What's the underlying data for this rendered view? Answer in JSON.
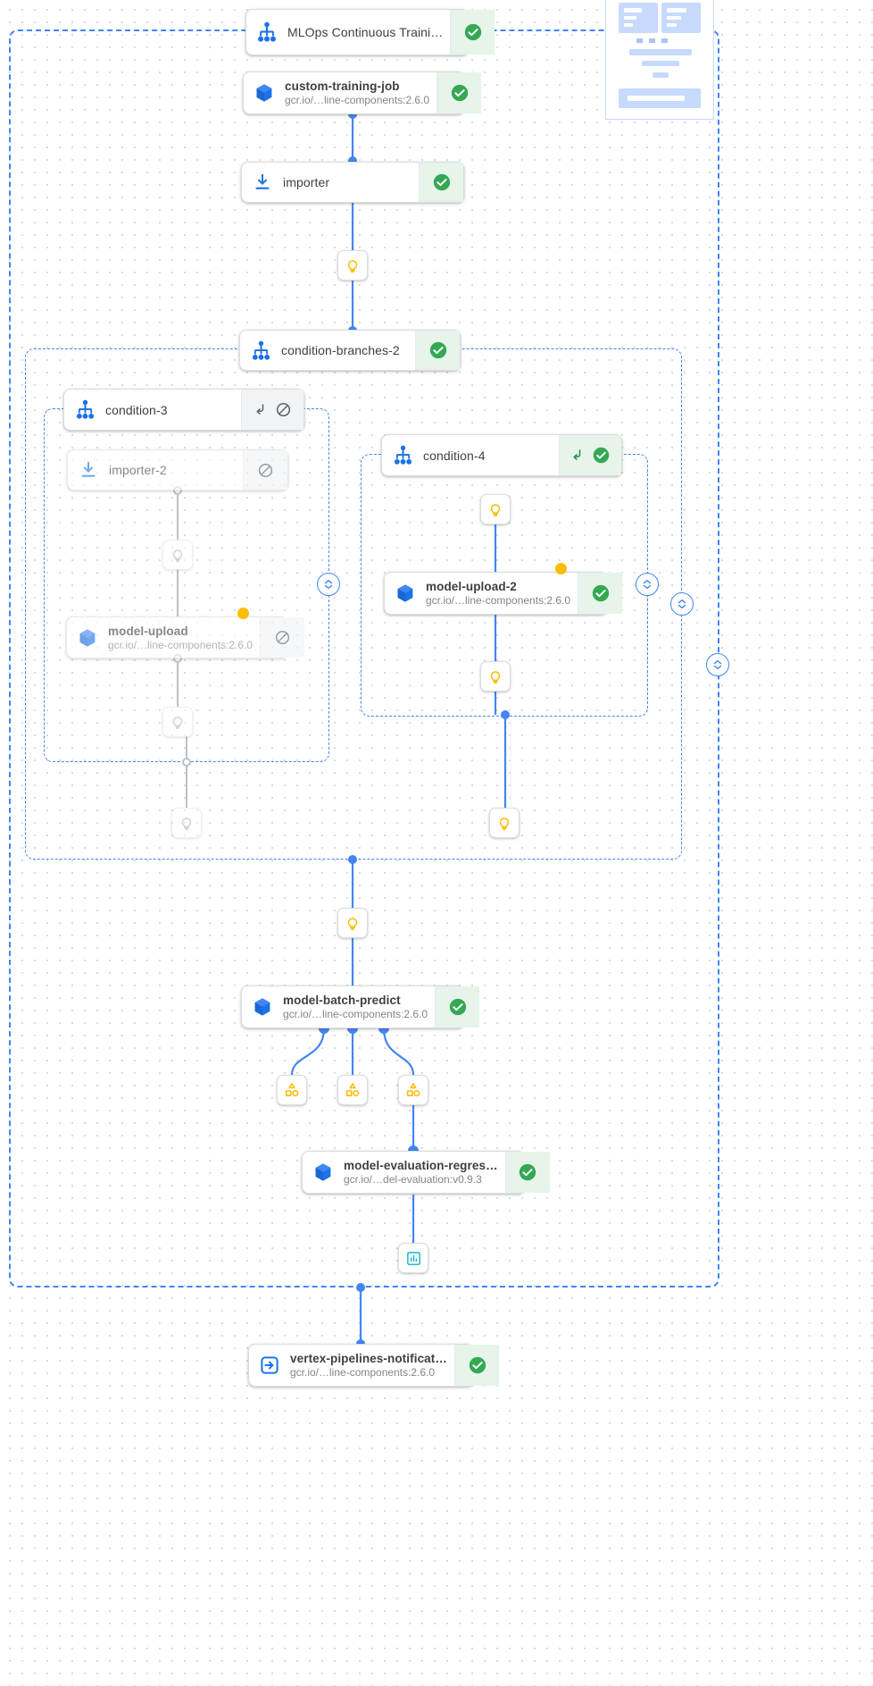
{
  "app": {
    "name": "vertex-ai-pipeline-dag",
    "view": "Pipeline run graph"
  },
  "colors": {
    "accent_blue": "#4285f4",
    "success_green": "#34a853",
    "success_bg": "#e6f4ea",
    "warning_orange": "#fbbc04",
    "skipped_gray": "#f1f3f4",
    "icon_blue": "#1a73e8",
    "text_primary": "#3c4043",
    "text_secondary": "#80868b",
    "border": "#dadce0",
    "canvas_dot": "#d8d8d8"
  },
  "nodes": {
    "pipeline_root": {
      "title": "MLOps Continuous Traini…",
      "icon": "pipeline-hierarchy-icon",
      "status": "succeeded",
      "status_icon": "check-circle-icon"
    },
    "custom_training_job": {
      "title": "custom-training-job",
      "subtitle": "gcr.io/…line-components:2.6.0",
      "icon": "container-cube-icon",
      "status": "succeeded",
      "status_icon": "check-circle-icon"
    },
    "importer": {
      "title": "importer",
      "icon": "import-download-icon",
      "status": "succeeded",
      "status_icon": "check-circle-icon"
    },
    "condition_branches_2": {
      "title": "condition-branches-2",
      "icon": "pipeline-hierarchy-icon",
      "status": "succeeded",
      "status_icon": "check-circle-icon"
    },
    "condition_3": {
      "title": "condition-3",
      "icon": "pipeline-hierarchy-icon",
      "status": "skipped",
      "status_icon": "block-circle-icon",
      "extra_icon": "enter-subgraph-icon"
    },
    "importer_2": {
      "title": "importer-2",
      "icon": "import-download-icon",
      "status": "skipped",
      "status_icon": "block-circle-icon"
    },
    "model_upload": {
      "title": "model-upload",
      "subtitle": "gcr.io/…line-components:2.6.0",
      "icon": "container-cube-icon",
      "status": "skipped",
      "status_icon": "block-circle-icon",
      "badge": "warning-dot"
    },
    "condition_4": {
      "title": "condition-4",
      "icon": "pipeline-hierarchy-icon",
      "status": "succeeded",
      "status_icon": "check-circle-icon",
      "extra_icon": "enter-subgraph-icon"
    },
    "model_upload_2": {
      "title": "model-upload-2",
      "subtitle": "gcr.io/…line-components:2.6.0",
      "icon": "container-cube-icon",
      "status": "succeeded",
      "status_icon": "check-circle-icon",
      "badge": "warning-dot"
    },
    "model_batch_predict": {
      "title": "model-batch-predict",
      "subtitle": "gcr.io/…line-components:2.6.0",
      "icon": "container-cube-icon",
      "status": "succeeded",
      "status_icon": "check-circle-icon"
    },
    "model_evaluation": {
      "title": "model-evaluation-regres…",
      "subtitle": "gcr.io/…del-evaluation:v0.9.3",
      "icon": "container-cube-icon",
      "status": "succeeded",
      "status_icon": "check-circle-icon"
    },
    "notification": {
      "title": "vertex-pipelines-notificat…",
      "subtitle": "gcr.io/…line-components:2.6.0",
      "icon": "exit-arrow-box-icon",
      "status": "succeeded",
      "status_icon": "check-circle-icon"
    }
  },
  "artifact_chips": [
    {
      "id": "artifact-after-importer",
      "icon": "lightbulb-icon",
      "state": "active"
    },
    {
      "id": "artifact-importer2-out",
      "icon": "lightbulb-icon",
      "state": "dimmed"
    },
    {
      "id": "artifact-model-upload-out",
      "icon": "lightbulb-icon",
      "state": "dimmed"
    },
    {
      "id": "artifact-condition3-out",
      "icon": "lightbulb-icon",
      "state": "dimmed"
    },
    {
      "id": "artifact-condition4-in",
      "icon": "lightbulb-icon",
      "state": "active"
    },
    {
      "id": "artifact-model-upload2-out",
      "icon": "lightbulb-icon",
      "state": "active"
    },
    {
      "id": "artifact-condition4-branch",
      "icon": "lightbulb-icon",
      "state": "active"
    },
    {
      "id": "artifact-branches-out",
      "icon": "lightbulb-icon",
      "state": "active"
    },
    {
      "id": "dataset-batch-predict-1",
      "icon": "dataset-shapes-icon",
      "state": "active"
    },
    {
      "id": "dataset-batch-predict-2",
      "icon": "dataset-shapes-icon",
      "state": "active"
    },
    {
      "id": "dataset-batch-predict-3",
      "icon": "dataset-shapes-icon",
      "state": "active"
    },
    {
      "id": "metrics-evaluation-out",
      "icon": "metrics-bars-icon",
      "state": "active"
    }
  ],
  "collapse_handles": [
    {
      "id": "collapse-condition-3",
      "icon": "chevron-collapse-icon"
    },
    {
      "id": "collapse-condition-4",
      "icon": "chevron-collapse-icon"
    },
    {
      "id": "collapse-condition-branches-2",
      "icon": "chevron-collapse-icon"
    },
    {
      "id": "collapse-pipeline-root",
      "icon": "chevron-collapse-icon"
    }
  ],
  "groups": [
    {
      "id": "group-pipeline-root",
      "label": "MLOps Continuous Traini…"
    },
    {
      "id": "group-condition-branches-2",
      "label": "condition-branches-2"
    },
    {
      "id": "group-condition-3",
      "label": "condition-3"
    },
    {
      "id": "group-condition-4",
      "label": "condition-4"
    }
  ],
  "minimap": {
    "id": "graph-minimap",
    "label": "Minimap"
  }
}
